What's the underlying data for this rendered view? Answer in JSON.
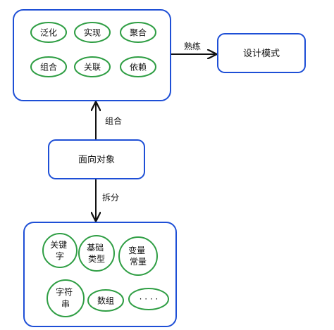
{
  "colors": {
    "box_stroke": "#1e4fd6",
    "chip_stroke": "#2f9e44",
    "arrow": "#111111",
    "text": "#111111",
    "background": "#ffffff"
  },
  "top_group": {
    "chips": [
      "泛化",
      "实现",
      "聚合",
      "组合",
      "关联",
      "依赖"
    ]
  },
  "design_patterns": {
    "label": "设计模式"
  },
  "oop": {
    "label": "面向对象"
  },
  "bottom_group": {
    "chips": [
      {
        "lines": [
          "关键",
          "字"
        ]
      },
      {
        "lines": [
          "基础",
          "类型"
        ]
      },
      {
        "lines": [
          "变量",
          "常量"
        ]
      },
      {
        "lines": [
          "字符",
          "串"
        ]
      },
      {
        "lines": [
          "数组"
        ]
      },
      {
        "lines": [
          "· · · ·"
        ]
      }
    ]
  },
  "edges": {
    "proficient": "熟练",
    "compose": "组合",
    "split": "拆分"
  }
}
